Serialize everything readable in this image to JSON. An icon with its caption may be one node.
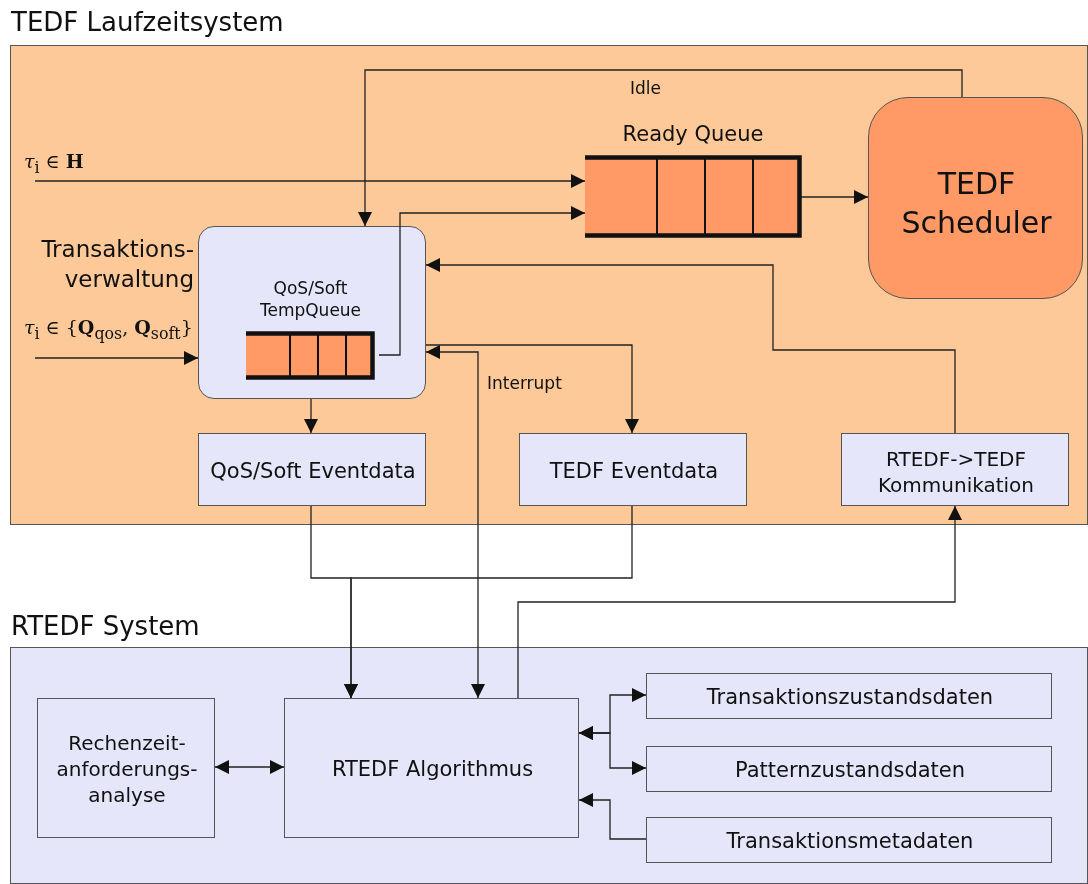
{
  "diagram": {
    "nodes": [
      {
        "text": [
          "TEDF Laufzeitsystem"
        ]
      },
      {
        "text": [
          "TEDF Scheduler"
        ],
        "in": 0
      },
      {
        "text": [
          "Ready Queue"
        ],
        "in": 0
      },
      {
        "text": [
          "Transaktions- verwaltung"
        ],
        "in": 0
      },
      {
        "text": [
          "QoS/Soft TempQueue"
        ],
        "in": 3
      },
      {
        "text": [
          "QoS/Soft Eventdata"
        ],
        "in": 0
      },
      {
        "text": [
          "TEDF Eventdata"
        ],
        "in": 0
      },
      {
        "text": [
          "RTEDF->TEDF Kommunikation"
        ],
        "in": 0
      },
      {
        "text": [
          "RTEDF System"
        ]
      },
      {
        "text": [
          "Rechenzeit- anforderungs- analyse"
        ],
        "in": 8
      },
      {
        "text": [
          "RTEDF Algorithmus"
        ],
        "in": 8
      },
      {
        "text": [
          "Transaktionszustandsdaten"
        ],
        "in": 8
      },
      {
        "text": [
          "Patternzustandsdaten"
        ],
        "in": 8
      },
      {
        "text": [
          "Transaktionsmetadaten"
        ],
        "in": 8
      }
    ],
    "edges": [
      {
        "from": null,
        "to": 2,
        "arrow": "to",
        "label": "*τ*$_{i}$  ∈  **H**"
      },
      {
        "from": null,
        "to": 3,
        "arrow": "to",
        "label": "*τ*$_{i}$  ∈  {**Q**$_{qos}$, **Q**$_{soft}$}"
      },
      {
        "from": 1,
        "to": 3,
        "arrow": "to",
        "label": "Idle"
      },
      {
        "from": 4,
        "to": 2,
        "arrow": "to"
      },
      {
        "from": 2,
        "to": 1,
        "arrow": "to"
      },
      {
        "from": 7,
        "to": 3,
        "arrow": "to"
      },
      {
        "from": 3,
        "to": 6,
        "arrow": "to"
      },
      {
        "from": 10,
        "to": 3,
        "arrow": "both",
        "label": "Interrupt"
      },
      {
        "from": 3,
        "to": 5,
        "arrow": "to"
      },
      {
        "from": 5,
        "to": 10,
        "arrow": "to"
      },
      {
        "from": 6,
        "to": 10,
        "arrow": "to"
      },
      {
        "from": 10,
        "to": 7,
        "arrow": "to"
      },
      {
        "from": 9,
        "to": 10,
        "arrow": "both"
      },
      {
        "from": 10,
        "to": 11,
        "arrow": "both"
      },
      {
        "from": 10,
        "to": 12,
        "arrow": "both"
      },
      {
        "from": 13,
        "to": 10,
        "arrow": "to"
      }
    ]
  }
}
